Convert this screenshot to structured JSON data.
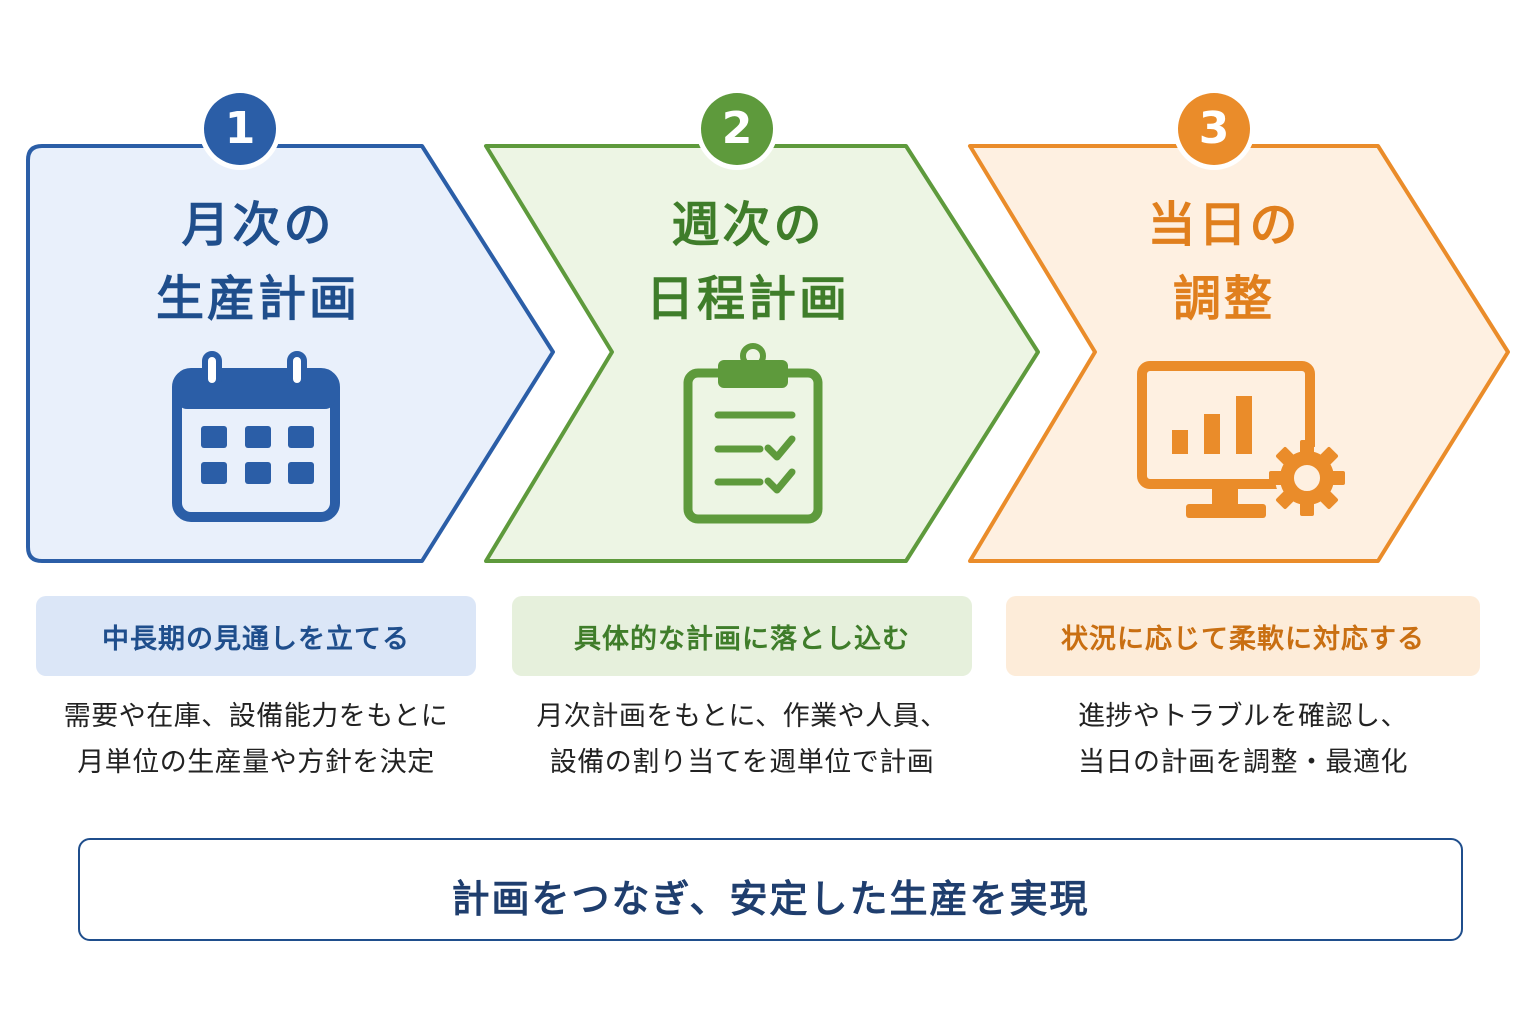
{
  "colors": {
    "blue": "#2b5ea7",
    "blue_fill": "#e9f0fb",
    "blue_tag": "#dbe6f7",
    "green": "#5e9a3c",
    "green_fill": "#edf5e4",
    "green_tag": "#e6f0dc",
    "orange": "#ea8c2a",
    "orange_fill": "#fef0e1",
    "orange_tag": "#fdecd9"
  },
  "steps": [
    {
      "number": "1",
      "title_line1": "月次の",
      "title_line2": "生産計画",
      "icon": "calendar-icon",
      "tagline": "中長期の見通しを立てる",
      "desc_line1": "需要や在庫、設備能力をもとに",
      "desc_line2": "月単位の生産量や方針を決定"
    },
    {
      "number": "2",
      "title_line1": "週次の",
      "title_line2": "日程計画",
      "icon": "clipboard-checklist-icon",
      "tagline": "具体的な計画に落とし込む",
      "desc_line1": "月次計画をもとに、作業や人員、",
      "desc_line2": "設備の割り当てを週単位で計画"
    },
    {
      "number": "3",
      "title_line1": "当日の",
      "title_line2": "調整",
      "icon": "monitor-chart-gear-icon",
      "tagline": "状況に応じて柔軟に対応する",
      "desc_line1": "進捗やトラブルを確認し、",
      "desc_line2": "当日の計画を調整・最適化"
    }
  ],
  "banner": {
    "text": "計画をつなぎ、安定した生産を実現",
    "left_icon": "calendar-icon",
    "right_icon": "growth-chart-icon"
  }
}
